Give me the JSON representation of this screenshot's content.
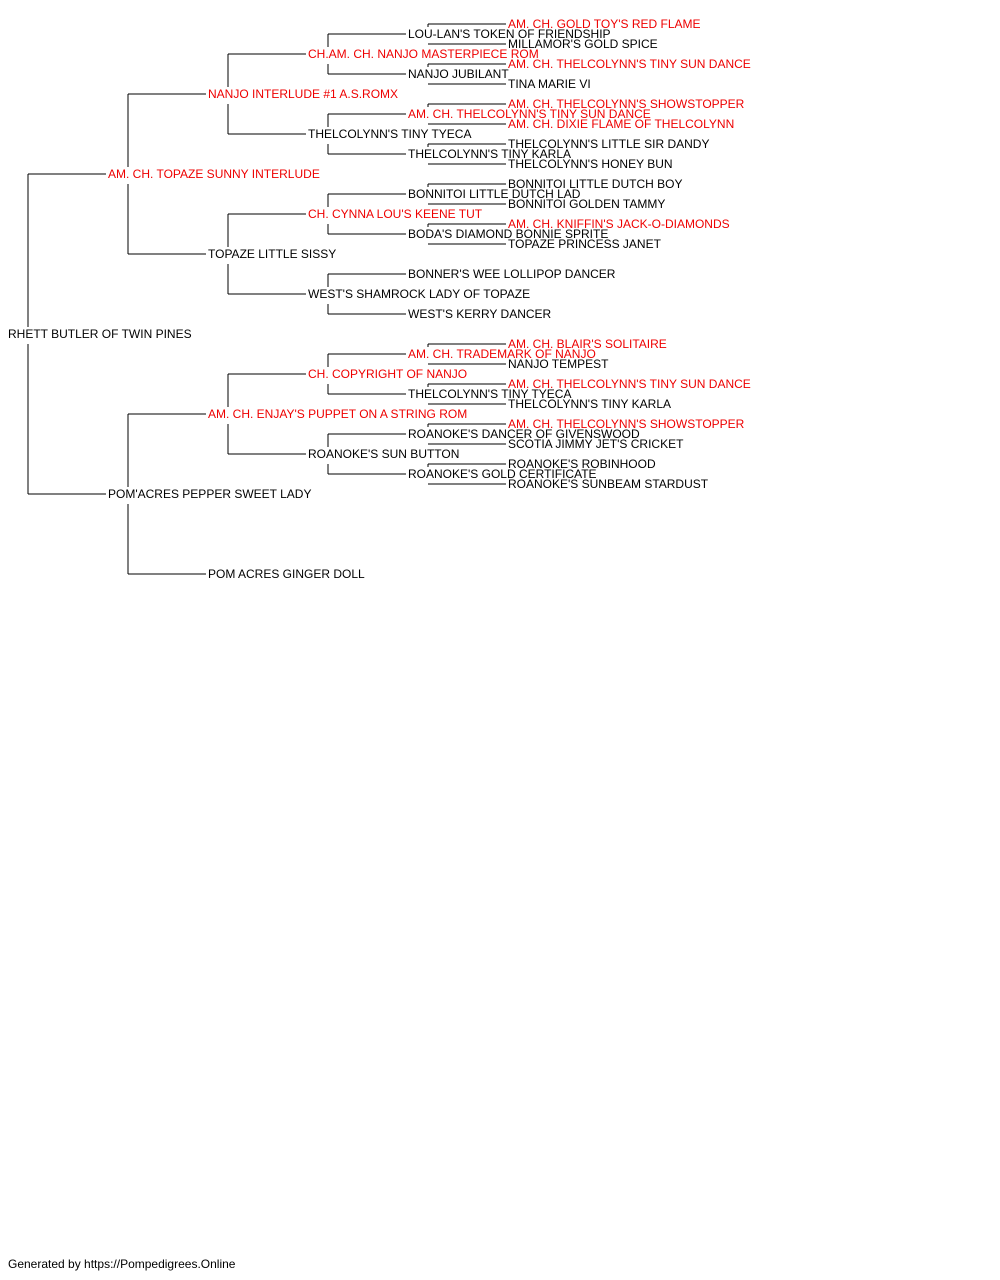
{
  "colors": {
    "champion": "#ee0000",
    "normal": "#000000",
    "line": "#000000"
  },
  "pedigree": {
    "name": "RHETT BUTLER OF TWIN PINES",
    "champion": false,
    "sire": {
      "name": "AM. CH. TOPAZE SUNNY INTERLUDE",
      "champion": true,
      "sire": {
        "name": "NANJO INTERLUDE #1 A.S.ROMX",
        "champion": true,
        "sire": {
          "name": "CH.AM. CH. NANJO MASTERPIECE ROM",
          "champion": true,
          "sire": {
            "name": "LOU-LAN'S TOKEN OF FRIENDSHIP",
            "champion": false,
            "sire": {
              "name": "AM. CH. GOLD TOY'S RED FLAME",
              "champion": true
            },
            "dam": {
              "name": "MILLAMOR'S GOLD SPICE",
              "champion": false
            }
          },
          "dam": {
            "name": "NANJO JUBILANT",
            "champion": false,
            "sire": {
              "name": "AM. CH. THELCOLYNN'S TINY SUN DANCE",
              "champion": true
            },
            "dam": {
              "name": "TINA MARIE VI",
              "champion": false
            }
          }
        },
        "dam": {
          "name": "THELCOLYNN'S TINY TYECA",
          "champion": false,
          "sire": {
            "name": "AM. CH. THELCOLYNN'S TINY SUN DANCE",
            "champion": true,
            "sire": {
              "name": "AM. CH. THELCOLYNN'S SHOWSTOPPER",
              "champion": true
            },
            "dam": {
              "name": "AM. CH. DIXIE FLAME OF THELCOLYNN",
              "champion": true
            }
          },
          "dam": {
            "name": "THELCOLYNN'S TINY KARLA",
            "champion": false,
            "sire": {
              "name": "THELCOLYNN'S LITTLE SIR DANDY",
              "champion": false
            },
            "dam": {
              "name": "THELCOLYNN'S HONEY BUN",
              "champion": false
            }
          }
        }
      },
      "dam": {
        "name": "TOPAZE LITTLE SISSY",
        "champion": false,
        "sire": {
          "name": "CH. CYNNA LOU'S KEENE TUT",
          "champion": true,
          "sire": {
            "name": "BONNITOI LITTLE DUTCH LAD",
            "champion": false,
            "sire": {
              "name": "BONNITOI LITTLE DUTCH BOY",
              "champion": false
            },
            "dam": {
              "name": "BONNITOI GOLDEN TAMMY",
              "champion": false
            }
          },
          "dam": {
            "name": "BODA'S DIAMOND BONNIE SPRITE",
            "champion": false,
            "sire": {
              "name": "AM. CH. KNIFFIN'S JACK-O-DIAMONDS",
              "champion": true
            },
            "dam": {
              "name": "TOPAZE PRINCESS JANET",
              "champion": false
            }
          }
        },
        "dam": {
          "name": "WEST'S SHAMROCK LADY OF TOPAZE",
          "champion": false,
          "sire": {
            "name": "BONNER'S WEE LOLLIPOP DANCER",
            "champion": false
          },
          "dam": {
            "name": "WEST'S KERRY DANCER",
            "champion": false
          }
        }
      }
    },
    "dam": {
      "name": "POM'ACRES PEPPER SWEET LADY",
      "champion": false,
      "sire": {
        "name": "AM. CH. ENJAY'S PUPPET ON A STRING ROM",
        "champion": true,
        "sire": {
          "name": "CH. COPYRIGHT OF NANJO",
          "champion": true,
          "sire": {
            "name": "AM. CH. TRADEMARK OF NANJO",
            "champion": true,
            "sire": {
              "name": "AM. CH. BLAIR'S SOLITAIRE",
              "champion": true
            },
            "dam": {
              "name": "NANJO TEMPEST",
              "champion": false
            }
          },
          "dam": {
            "name": "THELCOLYNN'S TINY TYECA",
            "champion": false,
            "sire": {
              "name": "AM. CH. THELCOLYNN'S TINY SUN DANCE",
              "champion": true
            },
            "dam": {
              "name": "THELCOLYNN'S TINY KARLA",
              "champion": false
            }
          }
        },
        "dam": {
          "name": "ROANOKE'S SUN BUTTON",
          "champion": false,
          "sire": {
            "name": "ROANOKE'S DANCER OF GIVENSWOOD",
            "champion": false,
            "sire": {
              "name": "AM. CH. THELCOLYNN'S SHOWSTOPPER",
              "champion": true
            },
            "dam": {
              "name": "SCOTIA JIMMY JET'S CRICKET",
              "champion": false
            }
          },
          "dam": {
            "name": "ROANOKE'S GOLD CERTIFICATE",
            "champion": false,
            "sire": {
              "name": "ROANOKE'S ROBINHOOD",
              "champion": false
            },
            "dam": {
              "name": "ROANOKE'S SUNBEAM STARDUST",
              "champion": false
            }
          }
        }
      },
      "dam": {
        "name": "POM ACRES GINGER DOLL",
        "champion": false
      }
    }
  },
  "footer": "Generated by https://Pompedigrees.Online"
}
